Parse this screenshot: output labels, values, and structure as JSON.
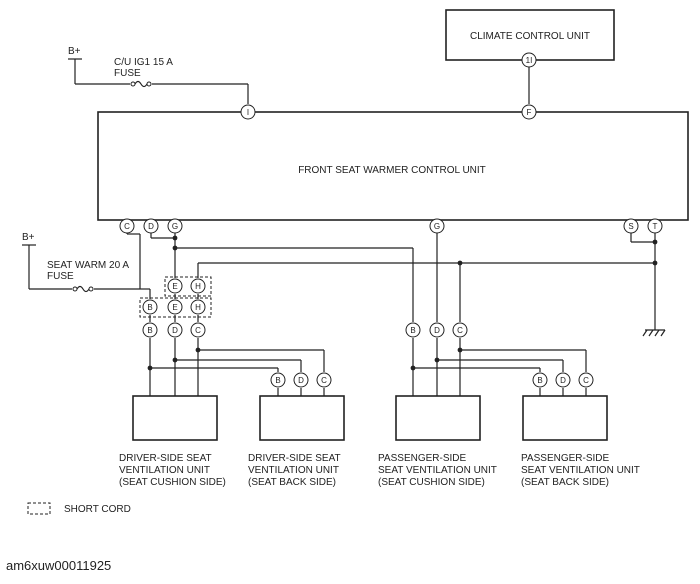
{
  "labels": {
    "climate_control_unit": "CLIMATE CONTROL UNIT",
    "front_seat_warmer_control_unit": "FRONT SEAT WARMER CONTROL UNIT",
    "b_plus_top": "B+",
    "fuse_cu_line1": "C/U IG1 15 A",
    "fuse_cu_line2": "FUSE",
    "b_plus_left": "B+",
    "fuse_seat_line1": "SEAT WARM 20 A",
    "fuse_seat_line2": "FUSE",
    "driver_cushion_1": "DRIVER-SIDE SEAT",
    "driver_cushion_2": "VENTILATION UNIT",
    "driver_cushion_3": "(SEAT CUSHION SIDE)",
    "driver_back_1": "DRIVER-SIDE SEAT",
    "driver_back_2": "VENTILATION UNIT",
    "driver_back_3": "(SEAT BACK SIDE)",
    "pass_cushion_1": "PASSENGER-SIDE",
    "pass_cushion_2": "SEAT VENTILATION UNIT",
    "pass_cushion_3": "(SEAT CUSHION SIDE)",
    "pass_back_1": "PASSENGER-SIDE",
    "pass_back_2": "SEAT VENTILATION UNIT",
    "pass_back_3": "(SEAT BACK SIDE)",
    "legend_short_cord": "SHORT CORD"
  },
  "pins": {
    "climate_1i": "1I",
    "fswcu_i": "I",
    "fswcu_f": "F",
    "fswcu_c": "C",
    "fswcu_d": "D",
    "fswcu_g1": "G",
    "fswcu_g2": "G",
    "fswcu_s": "S",
    "fswcu_t": "T",
    "sc_upper_e": "E",
    "sc_upper_h": "H",
    "sc_lower_b": "B",
    "sc_lower_e": "E",
    "sc_lower_h": "H",
    "dc_b": "B",
    "dc_d": "D",
    "dc_c": "C",
    "db_b": "B",
    "db_d": "D",
    "db_c": "C",
    "pc_b": "B",
    "pc_d": "D",
    "pc_c": "C",
    "pb_b": "B",
    "pb_d": "D",
    "pb_c": "C"
  },
  "footer": {
    "figure_id": "am6xuw00011925"
  }
}
